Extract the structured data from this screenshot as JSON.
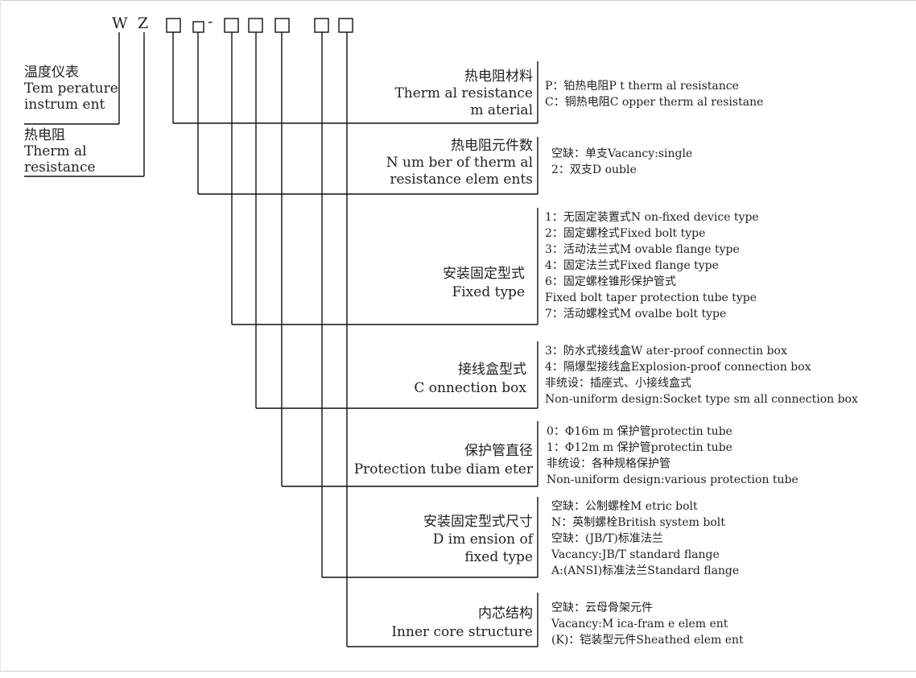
{
  "code": {
    "letter_w": "W",
    "letter_z": "Z",
    "dash": "-"
  },
  "left_labels": {
    "temperature": [
      "温度仪表",
      "Tem perature",
      "instrum ent"
    ],
    "thermal": [
      "热电阻",
      "Therm al",
      "resistance"
    ]
  },
  "categories": [
    {
      "title": [
        "热电阻材料",
        "Therm al resistance",
        "m aterial"
      ],
      "options": [
        "P：铂热电阻P t therm al resistance",
        "C：铜热电阻C opper therm al resistane"
      ]
    },
    {
      "title": [
        "热电阻元件数",
        "N um ber of therm al",
        "resistance elem ents"
      ],
      "options": [
        "空缺：单支Vacancy:single",
        "2：双支D ouble"
      ]
    },
    {
      "title": [
        "安装固定型式",
        "Fixed type"
      ],
      "options": [
        "1：无固定装置式N on-fixed device type",
        "2：固定螺栓式Fixed bolt type",
        "3：活动法兰式M ovable flange type",
        "4：固定法兰式Fixed flange type",
        "6：固定螺栓锥形保护管式",
        "Fixed bolt taper protection tube type",
        "7：活动螺栓式M ovalbe bolt type"
      ]
    },
    {
      "title": [
        "接线盒型式",
        "C onnection box"
      ],
      "options": [
        "3：防水式接线盒W ater-proof connectin box",
        "4：隔爆型接线盒Explosion-proof connection box",
        "非统设：插座式、小接线盒式",
        "Non-uniform design:Socket type sm all connection box"
      ]
    },
    {
      "title": [
        "保护管直径",
        "Protection tube diam eter"
      ],
      "options": [
        "0：Φ16m m 保护管protectin tube",
        "1：Φ12m m 保护管protectin tube",
        "非统设：各种规格保护管",
        "Non-uniform design:various protection tube"
      ]
    },
    {
      "title": [
        "安装固定型式尺寸",
        "D im ension of",
        "fixed type"
      ],
      "options": [
        "空缺：公制螺栓M etric bolt",
        "N：英制螺栓British system bolt",
        "空缺：(JB/T)标准法兰",
        "Vacancy:JB/T standard flange",
        "A:(ANSI)标准法兰Standard flange"
      ]
    },
    {
      "title": [
        "内芯结构",
        "Inner core structure"
      ],
      "options": [
        "空缺：云母骨架元件",
        "Vacancy:M ica-fram e elem ent",
        "(K)：铠装型元件Sheathed elem ent"
      ]
    }
  ]
}
